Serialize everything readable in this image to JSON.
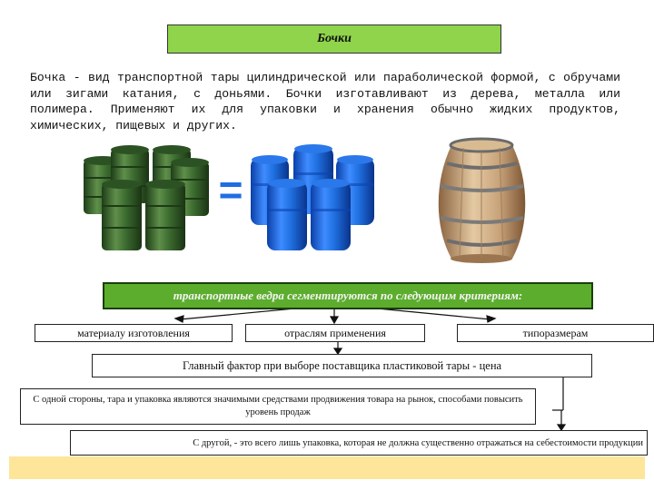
{
  "title": "Бочки",
  "paragraph": "Бочка  -  вид транспортной тары цилиндрической или параболической формой, с обручами или зигами катания, с доньями. Бочки изготавливают из дерева, металла или полимера. Применяют их для упаковки и хранения обычно жидких продуктов, химических, пищевых и других.",
  "equals_sign": "=",
  "criteria_heading": "транспортные ведра сегментируются по следующим критериям:",
  "criteria": [
    "материалу изготовления",
    "отраслям применения",
    "типоразмерам"
  ],
  "main_factor": "Главный фактор при выборе поставщика пластиковой тары - цена",
  "side_one": "С одной стороны, тара и упаковка являются значимыми средствами продвижения товара на рынок, способами повысить уровень продаж",
  "side_two": "С другой, - это всего лишь упаковка, которая не должна существенно отражаться на себестоимости продукции",
  "colors": {
    "title_fill": "#8fd44a",
    "criteria_fill": "#5cad2d",
    "bottom_band": "#fde69a",
    "metal_barrels": "#3c6b2f",
    "plastic_barrels": "#1f6fe0",
    "wood_barrel": "#c8a37a"
  }
}
